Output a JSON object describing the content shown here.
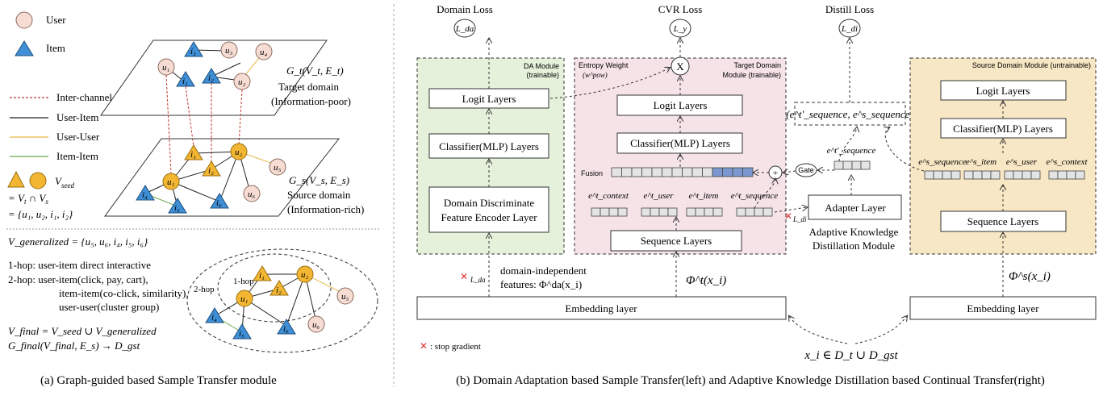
{
  "panel_a": {
    "legend": {
      "user": "User",
      "item": "Item",
      "inter_channel": "Inter-channel",
      "user_item": "User-Item",
      "user_user": "User-User",
      "item_item": "Item-Item",
      "v_seed": "V",
      "v_seed_sub": "seed",
      "seed_eq1": "= V",
      "seed_eq1b": "t",
      "seed_eq1c": " ∩ V",
      "seed_eq1d": "s",
      "seed_eq2": "= {u",
      "seed_eq2_full": "= {u₁, u₂, i₁, i₂}"
    },
    "target_graph": {
      "label": "G_t(V_t, E_t)",
      "title": "Target domain",
      "subtitle": "(Information-poor)"
    },
    "source_graph": {
      "label": "G_s(V_s, E_s)",
      "title": "Source domain",
      "subtitle": "(Information-rich)"
    },
    "nodes": {
      "u1": "u₁",
      "u2": "u₂",
      "u3": "u₃",
      "u4": "u₄",
      "u5": "u₅",
      "u6": "u₆",
      "i1": "i₁",
      "i2": "i₂",
      "i3": "i₃",
      "i4": "i₄",
      "i5": "i₅",
      "i6": "i₆"
    },
    "v_generalized": "V_generalized = {u₅, u₆, i₄, i₅, i₆}",
    "hop1": "1-hop: user-item direct interactive",
    "hop2_l1": "2-hop: user-item(click, pay, cart),",
    "hop2_l2": "item-item(co-click, similarity),",
    "hop2_l3": "user-user(cluster group)",
    "v_final": "V_final = V_seed ∪ V_generalized",
    "g_final": "G_final(V_final, E_s) → D_gst",
    "hop_inner": "1-hop",
    "hop_outer": "2-hop",
    "caption": "(a) Graph-guided based Sample Transfer module"
  },
  "panel_b": {
    "losses": {
      "domain_loss": "Domain Loss",
      "domain_sym": "L_da",
      "cvr_loss": "CVR Loss",
      "cvr_sym": "L_y",
      "distill_loss": "Distill Loss",
      "distill_sym": "L_di"
    },
    "da_module": {
      "title": "DA Module",
      "subtitle": "(trainable)",
      "logit": "Logit Layers",
      "classifier": "Classifier(MLP) Layers",
      "encoder_l1": "Domain Discriminate",
      "encoder_l2": "Feature Encoder Layer"
    },
    "target_module": {
      "entropy": "Entropy Weight",
      "entropy_sym": "(w^pow)",
      "title": "Target Domain",
      "subtitle": "Module (trainable)",
      "logit": "Logit Layers",
      "classifier": "Classifier(MLP) Layers",
      "fusion": "Fusion",
      "e_context": "e^t_context",
      "e_user": "e^t_user",
      "e_item": "e^t_item",
      "e_sequence": "e^t_sequence",
      "sequence_layers": "Sequence Layers",
      "multiply": "X",
      "plus": "+",
      "gate": "Gate"
    },
    "adapter": {
      "pair": "(e^t′_sequence, e^s_sequence)",
      "e_seq_adapted": "e^t′_sequence",
      "layer": "Adapter Layer",
      "ldi": "L_di",
      "title_l1": "Adaptive Knowledge",
      "title_l2": "Distillation Module"
    },
    "source_module": {
      "title": "Source Domain Module (untrainable)",
      "logit": "Logit Layers",
      "classifier": "Classifier(MLP) Layers",
      "e_sequence": "e^s_sequence",
      "e_item": "e^s_item",
      "e_user": "e^s_user",
      "e_context": "e^s_context",
      "sequence_layers": "Sequence Layers"
    },
    "lda": "L_da",
    "domain_indep_l1": "domain-independent",
    "domain_indep_l2": "features: Φ^da(x_i)",
    "phi_t": "Φ^t(x_i)",
    "phi_s": "Φ^s(x_i)",
    "embedding_left": "Embedding layer",
    "embedding_right": "Embedding layer",
    "stop_gradient": ": stop gradient",
    "x_i": "x_i ∈ D_t ∪ D_gst",
    "caption": "(b) Domain Adaptation based Sample Transfer(left) and Adaptive Knowledge Distillation based Continual Transfer(right)"
  },
  "colors": {
    "user_fill": "#f6dcd2",
    "item_fill": "#3f8fd6",
    "seed_fill": "#f2b632",
    "inter_channel": "#c0392b",
    "user_user": "#e8b84a",
    "item_item": "#6aaa4a",
    "da_bg": "#e6f1dc",
    "target_bg": "#f6e3e8",
    "source_bg": "#f8e7c4",
    "fusion_highlight": "#7a97cf",
    "stop_x": "#e03030"
  }
}
